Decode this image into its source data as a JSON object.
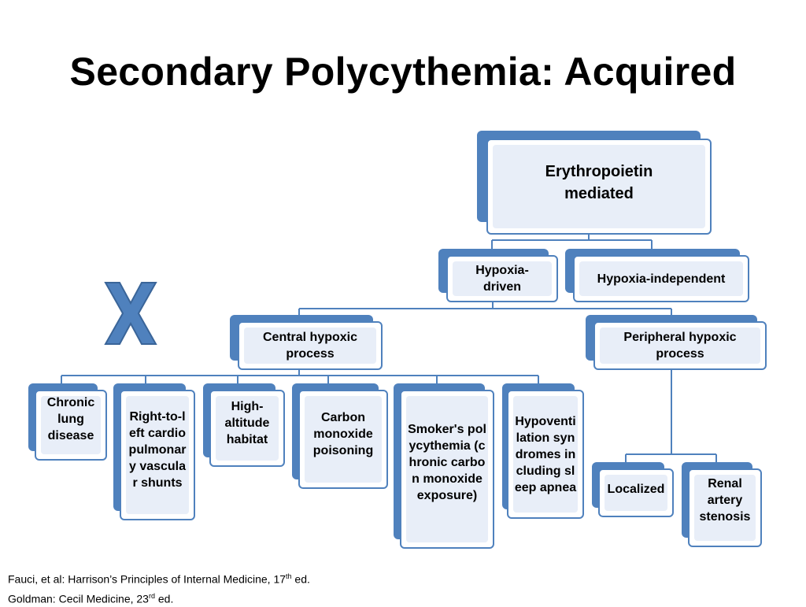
{
  "title": "Secondary Polycythemia: Acquired",
  "nodes": {
    "epo": "Erythropoietin mediated",
    "hypoxia_driven": "Hypoxia-driven",
    "hypoxia_independent": "Hypoxia-independent",
    "central": "Central hypoxic process",
    "peripheral": "Peripheral hypoxic process",
    "chronic_lung": "Chronic lung disease",
    "rtl_shunts": "Right-to-left cardiopulmonary vascular shunts",
    "high_altitude": "High-altitude habitat",
    "co_poisoning": "Carbon monoxide poisoning",
    "smokers": "Smoker's polycythemia (chronic carbon monoxide exposure)",
    "hypoventilation": "Hypoventilation syndromes including sleep apnea",
    "localized": "Localized",
    "renal": "Renal artery stenosis"
  },
  "references": [
    {
      "pre": "Fauci, et al:  Harrison’s Principles of Internal Medicine, 17",
      "sup": "th",
      "post": " ed."
    },
    {
      "pre": "Goldman:  Cecil Medicine, 23",
      "sup": "rd",
      "post": " ed."
    }
  ],
  "colors": {
    "accent": "#4f81bd",
    "fill": "#e8eef8",
    "line": "#4f81bd"
  },
  "icons": {
    "x_mark": "x-mark-icon"
  }
}
